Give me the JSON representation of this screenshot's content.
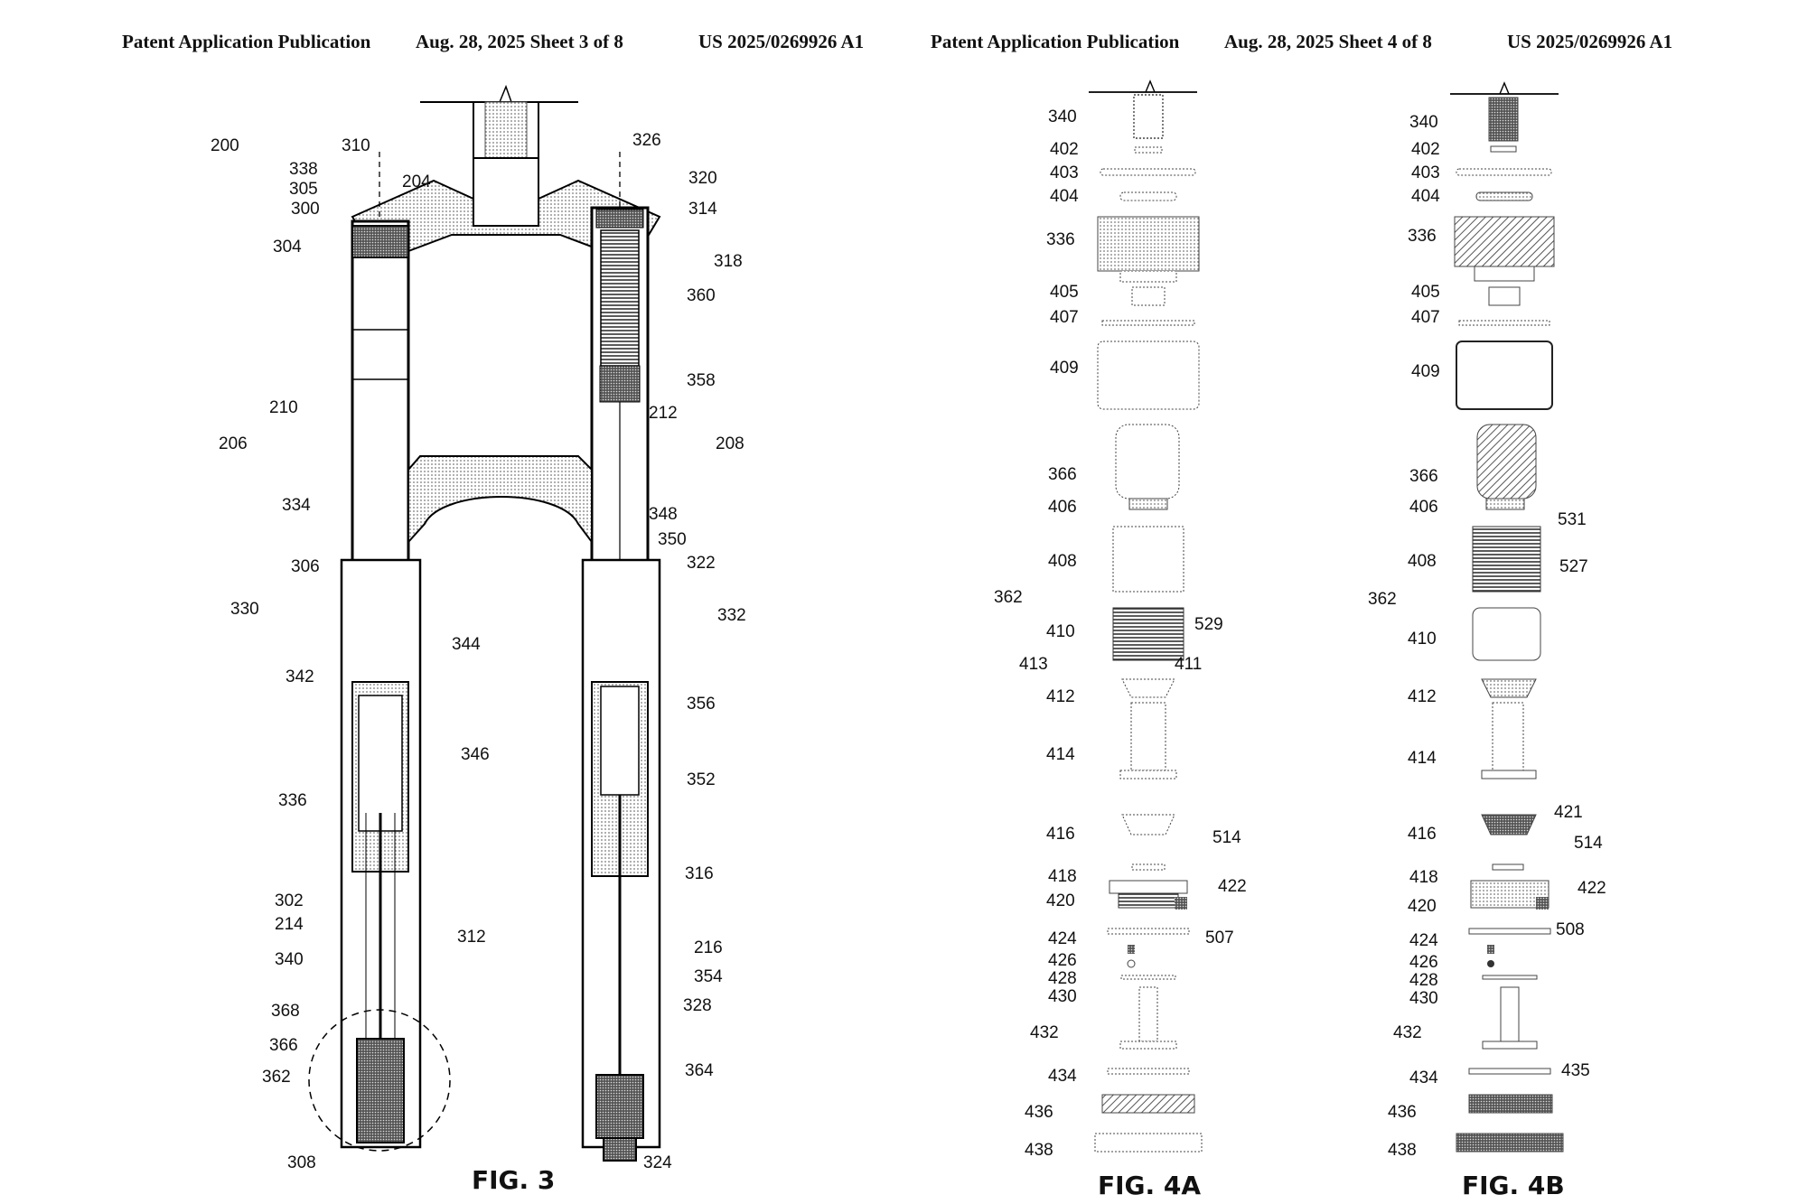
{
  "header_left": {
    "publication": "Patent Application Publication",
    "date_sheet": "Aug. 28, 2025  Sheet 3 of 8",
    "number": "US 2025/0269926 A1"
  },
  "header_right": {
    "publication": "Patent Application Publication",
    "date_sheet": "Aug. 28, 2025  Sheet 4 of 8",
    "number": "US 2025/0269926 A1"
  },
  "figures": {
    "fig3": "FIG. 3",
    "fig4a": "FIG. 4A",
    "fig4b": "FIG. 4B"
  },
  "fig3_labels": [
    "200",
    "310",
    "326",
    "338",
    "305",
    "300",
    "304",
    "204",
    "320",
    "314",
    "318",
    "360",
    "358",
    "212",
    "210",
    "206",
    "208",
    "334",
    "348",
    "350",
    "306",
    "322",
    "330",
    "332",
    "344",
    "342",
    "356",
    "346",
    "352",
    "336",
    "316",
    "302",
    "214",
    "312",
    "216",
    "340",
    "354",
    "368",
    "328",
    "366",
    "362",
    "364",
    "308",
    "324"
  ],
  "fig4a_labels": [
    "340",
    "402",
    "403",
    "404",
    "336",
    "405",
    "407",
    "409",
    "366",
    "406",
    "408",
    "362",
    "410",
    "529",
    "413",
    "411",
    "412",
    "414",
    "416",
    "514",
    "418",
    "420",
    "422",
    "507",
    "424",
    "426",
    "428",
    "430",
    "432",
    "434",
    "436",
    "438"
  ],
  "fig4b_labels": [
    "340",
    "402",
    "403",
    "404",
    "336",
    "405",
    "407",
    "409",
    "366",
    "406",
    "531",
    "408",
    "527",
    "362",
    "410",
    "412",
    "414",
    "421",
    "416",
    "514",
    "418",
    "420",
    "422",
    "508",
    "424",
    "426",
    "428",
    "430",
    "432",
    "434",
    "435",
    "436",
    "438"
  ]
}
